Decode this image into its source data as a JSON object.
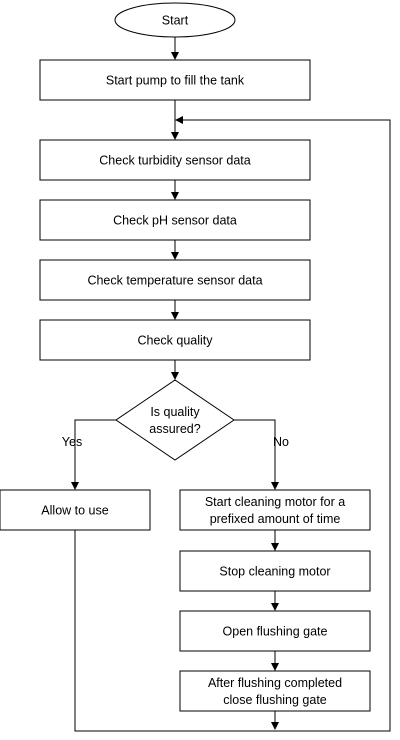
{
  "start": "Start",
  "steps": {
    "fill_tank": "Start pump to fill the tank",
    "turbidity": "Check turbidity sensor data",
    "ph": "Check pH sensor data",
    "temperature": "Check temperature sensor data",
    "quality": "Check quality"
  },
  "decision": {
    "line1": "Is quality",
    "line2": "assured?",
    "yes_label": "Yes",
    "no_label": "No"
  },
  "yes_branch": {
    "allow": "Allow to use"
  },
  "no_branch": {
    "cleaning_line1": "Start cleaning motor for a",
    "cleaning_line2": "prefixed amount of time",
    "stop_motor": "Stop cleaning motor",
    "open_gate": "Open flushing gate",
    "close_line1": "After flushing completed",
    "close_line2": "close flushing gate"
  }
}
